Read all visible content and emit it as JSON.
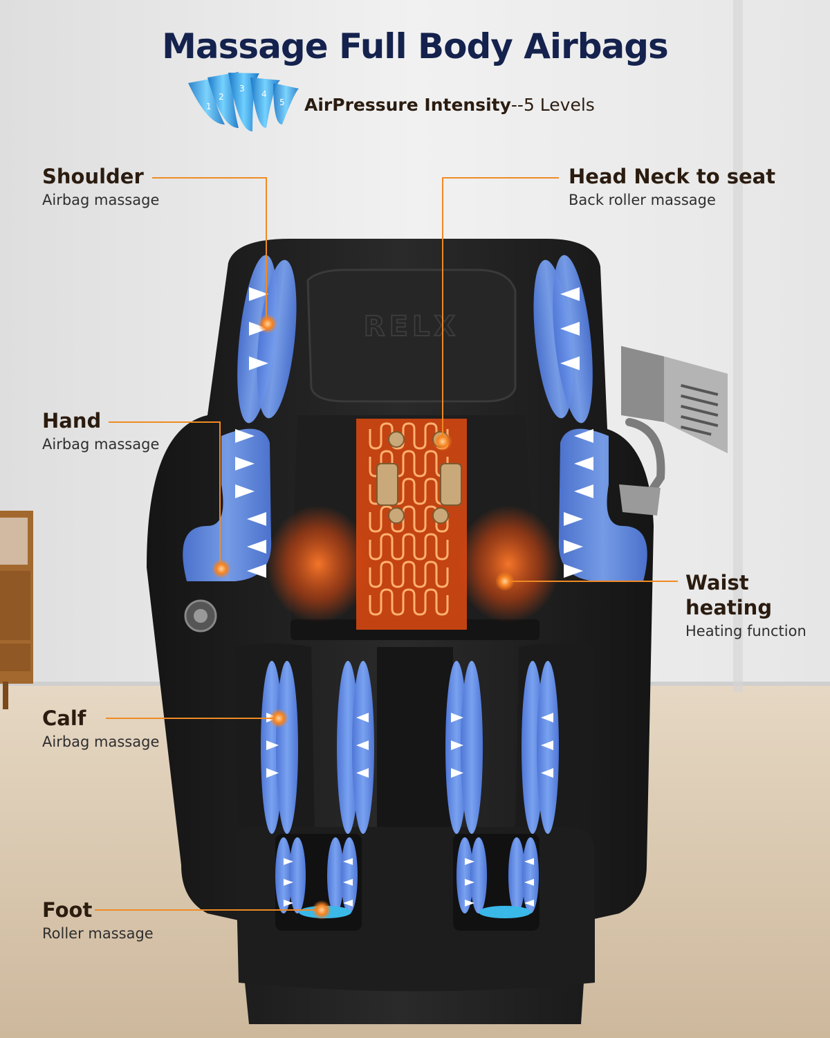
{
  "header": {
    "title": "Massage Full Body Airbags",
    "intensity_label": "AirPressure Intensity",
    "intensity_value": "--5 Levels",
    "level_numbers": [
      "1",
      "2",
      "3",
      "4",
      "5"
    ]
  },
  "chair": {
    "logo_text": "RELX"
  },
  "callouts": {
    "shoulder": {
      "title": "Shoulder",
      "subtitle": "Airbag massage"
    },
    "head_neck": {
      "title": "Head Neck to seat",
      "subtitle": "Back roller massage"
    },
    "hand": {
      "title": "Hand",
      "subtitle": "Airbag massage"
    },
    "waist_line1": "Waist",
    "waist_line2": "heating",
    "waist_subtitle": "Heating function",
    "calf": {
      "title": "Calf",
      "subtitle": "Airbag massage"
    },
    "foot": {
      "title": "Foot",
      "subtitle": "Roller massage"
    }
  },
  "colors": {
    "accent": "#f08a24",
    "airbag": "#6b93e8",
    "heat": "#ff5a1a",
    "title": "#14224d",
    "chair": "#202020"
  }
}
